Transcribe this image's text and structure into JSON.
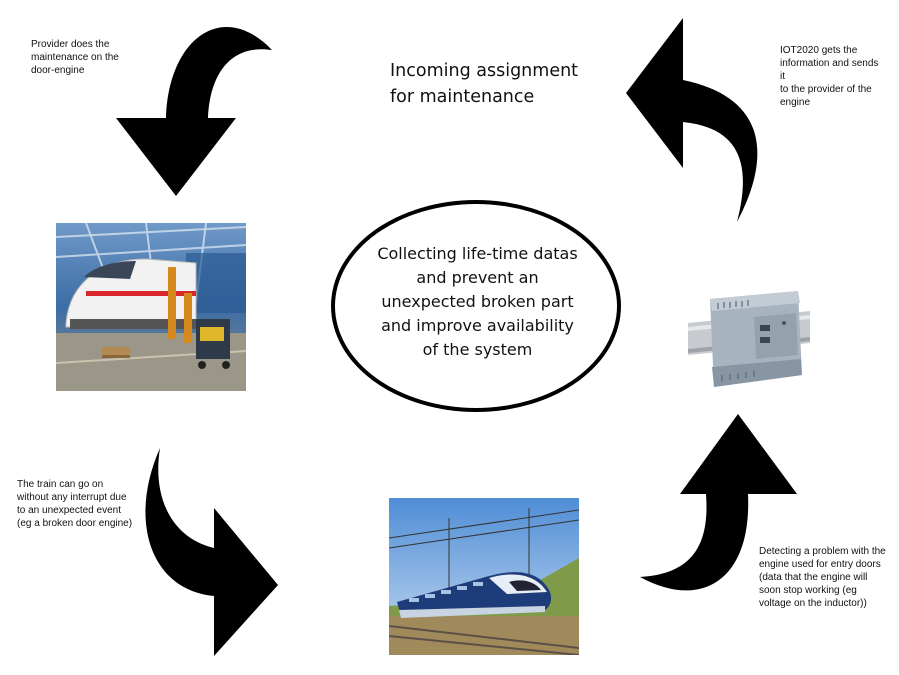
{
  "heading": {
    "text": "Incoming assignment\nfor maintenance"
  },
  "center": {
    "text": "Collecting life-time datas\nand prevent an\nunexpected broken part\nand improve availability\nof the system"
  },
  "notes": {
    "top_left": "Provider does the\nmaintenance on the\ndoor-engine",
    "top_right": "IOT2020 gets the\ninformation and sends it\nto the provider of the\nengine",
    "bottom_left": "The train can go on\nwithout any interrupt due\nto an unexpected event\n(eg a broken door engine)",
    "bottom_right": "Detecting a problem with the\nengine used for entry doors\n(data that the engine will\nsoon stop working (eg\nvoltage on the inductor))"
  },
  "images": {
    "workshop": "train-maintenance-workshop-photo",
    "train": "high-speed-train-photo",
    "device": "iot2020-gateway-device-photo"
  },
  "colors": {
    "arrows": "#000000",
    "ellipse_border": "#000000",
    "text": "#111111"
  }
}
